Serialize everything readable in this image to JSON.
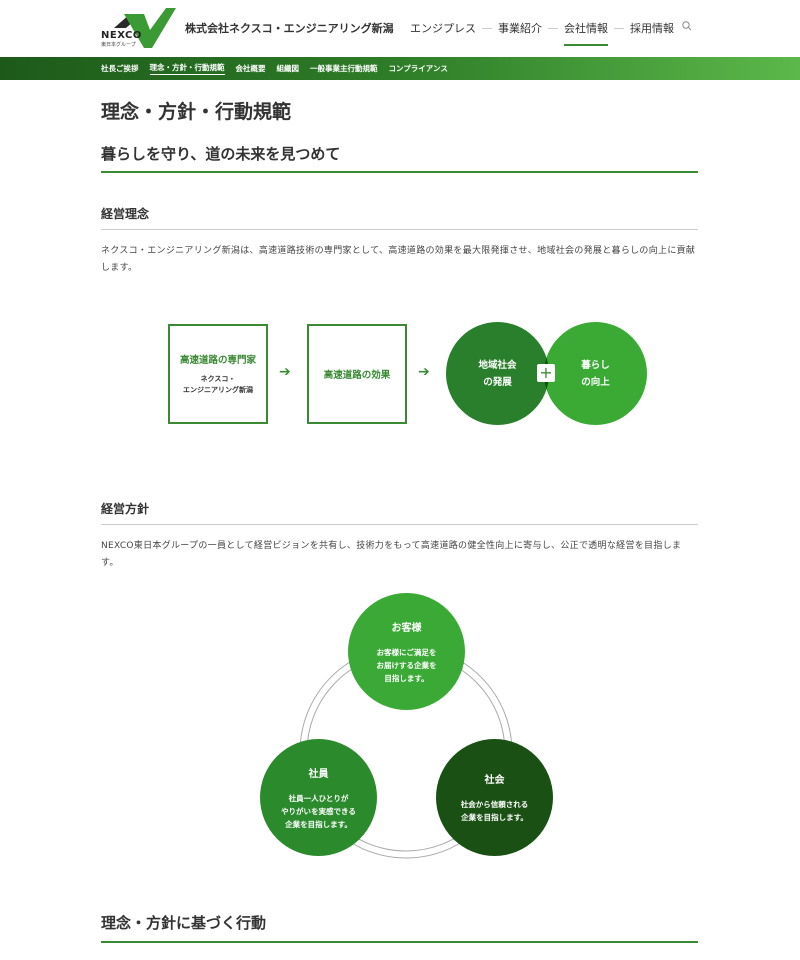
{
  "header": {
    "logo_text": "NEXCO",
    "logo_sub": "東日本グループ",
    "company": "株式会社ネクスコ・エンジニアリング新潟",
    "nav": [
      {
        "label": "エンジプレス",
        "active": false
      },
      {
        "label": "事業紹介",
        "active": false
      },
      {
        "label": "会社情報",
        "active": true
      },
      {
        "label": "採用情報",
        "active": false
      }
    ],
    "search_icon": "search-icon"
  },
  "subnav": [
    {
      "label": "社長ご挨拶",
      "active": false
    },
    {
      "label": "理念・方針・行動規範",
      "active": true
    },
    {
      "label": "会社概要",
      "active": false
    },
    {
      "label": "組織図",
      "active": false
    },
    {
      "label": "一般事業主行動規範",
      "active": false
    },
    {
      "label": "コンプライアンス",
      "active": false
    }
  ],
  "page": {
    "title": "理念・方針・行動規範",
    "subtitle": "暮らしを守り、道の未来を見つめて"
  },
  "philosophy": {
    "heading": "経営理念",
    "text": "ネクスコ・エンジニアリング新潟は、高速道路技術の専門家として、高速道路の効果を最大限発揮させ、地域社会の発展と暮らしの向上に貢献します。",
    "diagram": {
      "box1_title": "高速道路の専門家",
      "box1_sub1": "ネクスコ・",
      "box1_sub2": "エンジニアリング新潟",
      "box2_title": "高速道路の効果",
      "circle1_l1": "地域社会",
      "circle1_l2": "の発展",
      "circle2_l1": "暮らし",
      "circle2_l2": "の向上",
      "plus": "+"
    }
  },
  "policy": {
    "heading": "経営方針",
    "text": "NEXCO東日本グループの一員として経営ビジョンを共有し、技術力をもって高速道路の健全性向上に寄与し、公正で透明な経営を目指します。",
    "circles": [
      {
        "title": "お客様",
        "l1": "お客様にご満足を",
        "l2": "お届けする企業を",
        "l3": "目指します。"
      },
      {
        "title": "社員",
        "l1": "社員一人ひとりが",
        "l2": "やりがいを実感できる",
        "l3": "企業を目指します。"
      },
      {
        "title": "社会",
        "l1": "社会から信頼される",
        "l2": "企業を目指します。",
        "l3": ""
      }
    ]
  },
  "action": {
    "heading": "理念・方針に基づく行動"
  },
  "colors": {
    "accent": "#3a8a34",
    "light": "#3aaa35",
    "mid": "#2a8a2c",
    "dark": "#1a5014"
  }
}
